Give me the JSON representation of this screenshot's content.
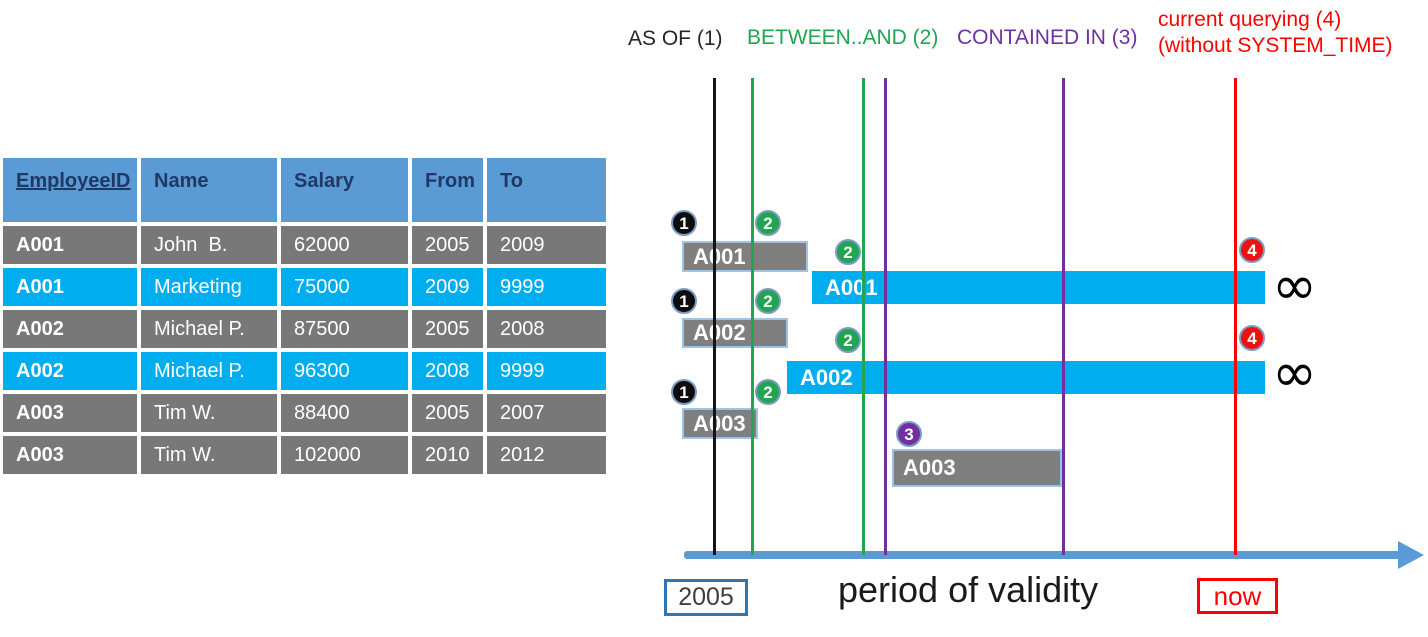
{
  "table": {
    "headers": [
      "EmployeeID",
      "Name",
      "Salary",
      "From",
      "To"
    ],
    "rows": [
      {
        "style": "gray",
        "cells": [
          "A001",
          "John  B.",
          "62000",
          "2005",
          "2009"
        ]
      },
      {
        "style": "cyan",
        "cells": [
          "A001",
          "Marketing",
          "75000",
          "2009",
          "9999"
        ]
      },
      {
        "style": "gray",
        "cells": [
          "A002",
          "Michael P.",
          "87500",
          "2005",
          "2008"
        ]
      },
      {
        "style": "cyan",
        "cells": [
          "A002",
          "Michael P.",
          "96300",
          "2008",
          "9999"
        ]
      },
      {
        "style": "gray",
        "cells": [
          "A003",
          "Tim W.",
          "88400",
          "2005",
          "2007"
        ]
      },
      {
        "style": "gray",
        "cells": [
          "A003",
          "Tim W.",
          "102000",
          "2010",
          "2012"
        ]
      }
    ]
  },
  "legend": {
    "as_of": "AS OF (1)",
    "between_and": "BETWEEN..AND (2)",
    "contained_in": "CONTAINED IN (3)",
    "current_line1": "current querying (4)",
    "current_line2": "(without SYSTEM_TIME)"
  },
  "diagram": {
    "query_lines": [
      {
        "name": "as-of",
        "color": "#141414"
      },
      {
        "name": "between-start",
        "color": "#22a550"
      },
      {
        "name": "between-end",
        "color": "#22a550"
      },
      {
        "name": "contained-start",
        "color": "#7030a0"
      },
      {
        "name": "contained-end",
        "color": "#7030a0"
      },
      {
        "name": "current-now",
        "color": "#ff0000"
      }
    ],
    "bars": [
      {
        "label": "A001",
        "kind": "gray-history"
      },
      {
        "label": "A001",
        "kind": "cyan-current"
      },
      {
        "label": "A002",
        "kind": "gray-history"
      },
      {
        "label": "A002",
        "kind": "cyan-current"
      },
      {
        "label": "A003",
        "kind": "gray-history"
      },
      {
        "label": "A003",
        "kind": "gray-history"
      }
    ],
    "badge_numbers": {
      "n1": "1",
      "n2": "2",
      "n3": "3",
      "n4": "4"
    },
    "infinity": "∞",
    "axis": {
      "start_label": "2005",
      "title": "period of validity",
      "now_label": "now"
    }
  },
  "colors": {
    "header_blue": "#5b9bd5",
    "header_text_navy": "#1f3864",
    "row_gray": "#787878",
    "row_cyan": "#00aeef",
    "green": "#22a550",
    "purple": "#7030a0",
    "red": "#ff0000",
    "axis_blue": "#5b9bd5"
  }
}
